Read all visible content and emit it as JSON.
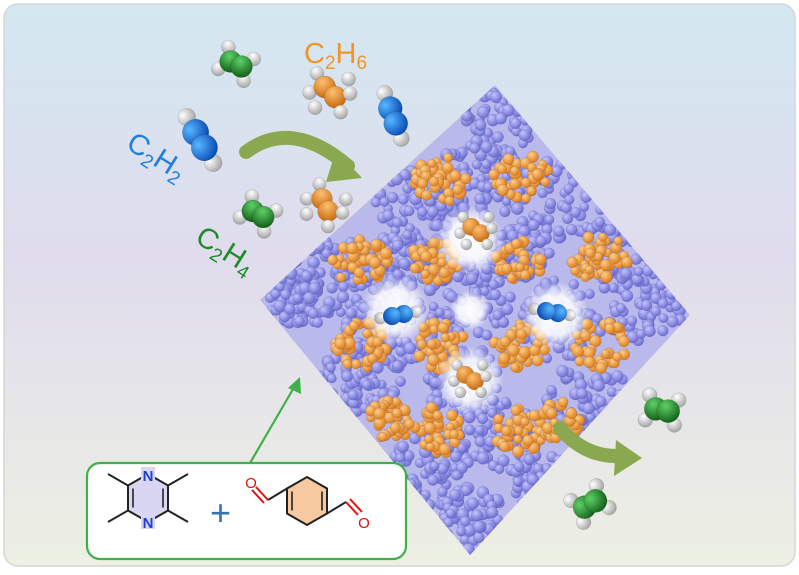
{
  "labels": {
    "c2h6": {
      "base": "C",
      "n1": "2",
      "mid": "H",
      "n2": "6"
    },
    "c2h2": {
      "base": "C",
      "n1": "2",
      "mid": "H",
      "n2": "2"
    },
    "c2h4": {
      "base": "C",
      "n1": "2",
      "mid": "H",
      "n2": "4"
    }
  },
  "linker_atoms": {
    "nitrogen": "N",
    "oxygen": "O"
  },
  "plus_sign": "+",
  "colors": {
    "c2h6": "#f0952a",
    "c2h2": "#1e7fe0",
    "c2h4": "#1f8a28",
    "framework_lavender": "#9192e6",
    "framework_orange": "#f2962c",
    "arrow": "#8aa84f",
    "box_border": "#3fb04a"
  }
}
